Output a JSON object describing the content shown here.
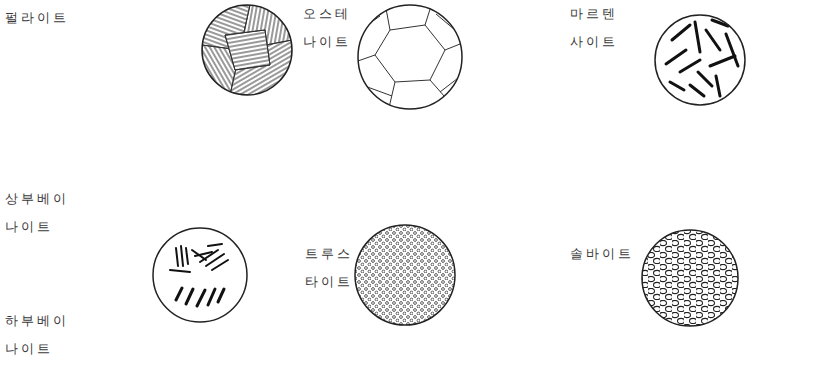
{
  "diagram": {
    "nodes": [
      {
        "text": [
          "펄라이트"
        ]
      },
      {
        "text": [
          "오스테 나이트"
        ]
      },
      {
        "text": [
          "마르텐 사이트"
        ]
      },
      {
        "text": [
          "상부베이 나이트",
          "하부베이 나이트"
        ]
      },
      {
        "text": [
          "트루스 타이트"
        ]
      },
      {
        "text": [
          "솔바이트"
        ]
      }
    ]
  }
}
